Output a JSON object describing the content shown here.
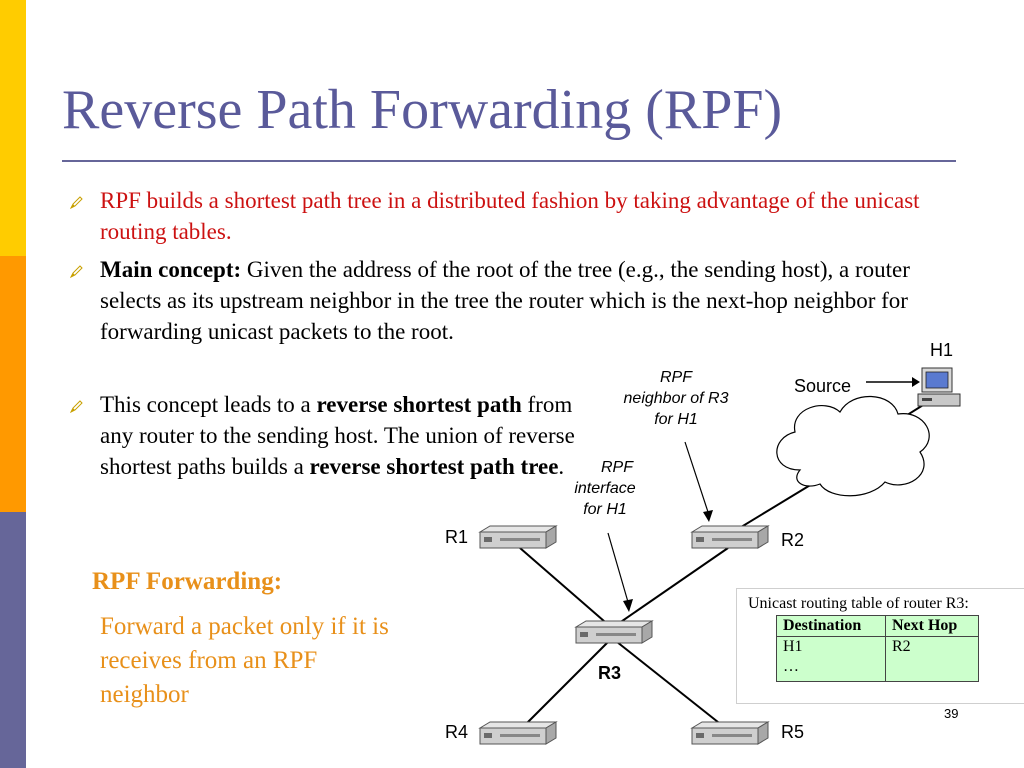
{
  "slide": {
    "title": "Reverse Path Forwarding (RPF)",
    "page_number": "39"
  },
  "bullets": {
    "b1": "RPF builds a shortest path tree in a distributed fashion by taking advantage of the unicast routing tables.",
    "b2_bold": "Main concept:",
    "b2_rest": " Given the address of the root of the tree (e.g., the sending host), a router selects as its upstream neighbor in the tree the router which is the next-hop neighbor for forwarding unicast packets to the root.",
    "b3_part1": "This concept leads to a ",
    "b3_bold1": "reverse shortest path",
    "b3_part2": " from any router to the sending host. The union of reverse shortest paths builds a ",
    "b3_bold2": "reverse shortest path tree",
    "b3_part3": "."
  },
  "rpf_forwarding": {
    "title": "RPF Forwarding:",
    "body": "Forward a packet only if it is receives from an RPF neighbor"
  },
  "diagram": {
    "host_label": "H1",
    "source_label": "Source",
    "routers": [
      "R1",
      "R2",
      "R3",
      "R4",
      "R5"
    ],
    "rpf_neighbor_label": [
      "RPF",
      "neighbor of R3",
      "for H1"
    ],
    "rpf_interface_label": [
      "RPF",
      "interface",
      "for H1"
    ]
  },
  "routing_table": {
    "caption": "Unicast routing table of router R3:",
    "headers": [
      "Destination",
      "Next Hop"
    ],
    "rows": [
      [
        "H1\n…",
        "R2"
      ]
    ]
  },
  "colors": {
    "bar_yellow": "#ffcc00",
    "bar_orange": "#ff9900",
    "bar_purple": "#666699",
    "title": "#5a5a9a",
    "bullet1_red": "#cc1111",
    "rpf_orange": "#e8901a",
    "table_green": "#ccffcc"
  },
  "icons": {
    "bullet": "pencil-bullet-icon",
    "host": "computer-icon",
    "cloud": "network-cloud-icon",
    "router": "router-icon"
  }
}
